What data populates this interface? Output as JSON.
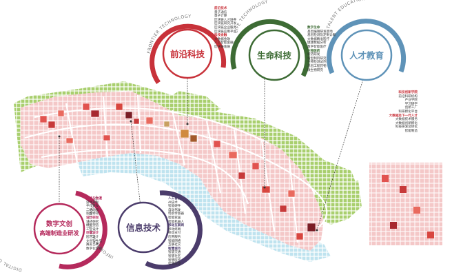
{
  "rings": [
    {
      "id": "frontier",
      "cn": "前沿科技",
      "en": "FRONTIER TECHNOLOGY",
      "color": "#c8323a"
    },
    {
      "id": "life",
      "cn": "生命科技",
      "en": "LIFE TECHNOLOGY",
      "color": "#3d6b34"
    },
    {
      "id": "talent",
      "cn": "人才教育",
      "en": "TALENT EDUCATION",
      "color": "#5f93b8"
    },
    {
      "id": "digital",
      "cn1": "数字文创",
      "cn2": "高端制造业研发",
      "en": "DIGITAL CULTURE & INNOVATION",
      "color": "#b52a5c"
    },
    {
      "id": "info",
      "cn": "信息技术",
      "en": "INFORMATION TECHNOLOGY",
      "color": "#4b3c6b"
    }
  ],
  "lists": {
    "frontier": {
      "color": "#c8323a",
      "items": [
        {
          "t": "前沿技术",
          "h": true
        },
        {
          "t": "量子通信"
        },
        {
          "t": "量子计算"
        },
        {
          "t": "区块链人才培养"
        },
        {
          "t": "区块链研究开发"
        },
        {
          "t": "区块链企业服务"
        },
        {
          "t": "区块链应用平台"
        },
        {
          "t": "科技金融",
          "h": true
        },
        {
          "t": "大数据金融"
        },
        {
          "t": "人工智能金融"
        },
        {
          "t": "区块链金融"
        }
      ]
    },
    "life": {
      "color": "#3d6b34",
      "items": [
        {
          "t": "数字生命",
          "h": true
        },
        {
          "t": "基因编辑研发基地"
        },
        {
          "t": "基因检测及定制诊断"
        },
        {
          "t": "大数据精准医疗"
        },
        {
          "t": "健康数据分析"
        },
        {
          "t": "数字智能医疗"
        },
        {
          "t": "生物医药",
          "h": true
        },
        {
          "t": "新药研发"
        },
        {
          "t": "新型制剂研究"
        },
        {
          "t": "生物检测试剂"
        },
        {
          "t": "基因工程药物"
        },
        {
          "t": "微生物研究"
        }
      ]
    },
    "talent": {
      "color": "#c8323a",
      "items": [
        {
          "t": "科技创新学院",
          "h": true
        },
        {
          "t": "前沿科研机构"
        },
        {
          "t": "产业学院"
        },
        {
          "t": "学习研学"
        },
        {
          "t": "创新工厂"
        },
        {
          "t": "科研孵化平台"
        },
        {
          "t": "大数据及下一代人才",
          "h": true
        },
        {
          "t": "大数据技术服务"
        },
        {
          "t": "大数据创新孵化"
        },
        {
          "t": "科技研发及转化"
        },
        {
          "t": "智能制造"
        }
      ]
    },
    "digital": {
      "color": "#b52a5c",
      "items": [
        {
          "t": "游戏与动漫",
          "h": true
        },
        {
          "t": "游戏开发"
        },
        {
          "t": "手作开发"
        },
        {
          "t": "二维动画"
        },
        {
          "t": "影视特效"
        },
        {
          "t": "设计研发",
          "h": true
        },
        {
          "t": "设计研究"
        },
        {
          "t": "模型塑造"
        },
        {
          "t": "工业设计"
        },
        {
          "t": "创意设计",
          "h": true
        },
        {
          "t": "园艺设计"
        },
        {
          "t": "文创衍生品"
        },
        {
          "t": "舞美艺术"
        },
        {
          "t": "数字化影视"
        }
      ]
    },
    "info": {
      "color": "#4b3c6b",
      "items": [
        {
          "t": "人工智能",
          "h": true
        },
        {
          "t": "AI技术"
        },
        {
          "t": "智能硬件"
        },
        {
          "t": "自动驾驶"
        },
        {
          "t": "场景传感器"
        },
        {
          "t": "智能家居"
        },
        {
          "t": "智能机器人"
        },
        {
          "t": "移动互联网",
          "h": true
        },
        {
          "t": "移动终端"
        },
        {
          "t": "移动支付"
        },
        {
          "t": "应用服务"
        },
        {
          "t": "智能网络"
        },
        {
          "t": "互联社交"
        },
        {
          "t": "智慧城市",
          "h": true
        },
        {
          "t": "智慧交通"
        },
        {
          "t": "智慧社区"
        },
        {
          "t": "智慧医疗"
        },
        {
          "t": "智慧能源"
        }
      ]
    }
  }
}
